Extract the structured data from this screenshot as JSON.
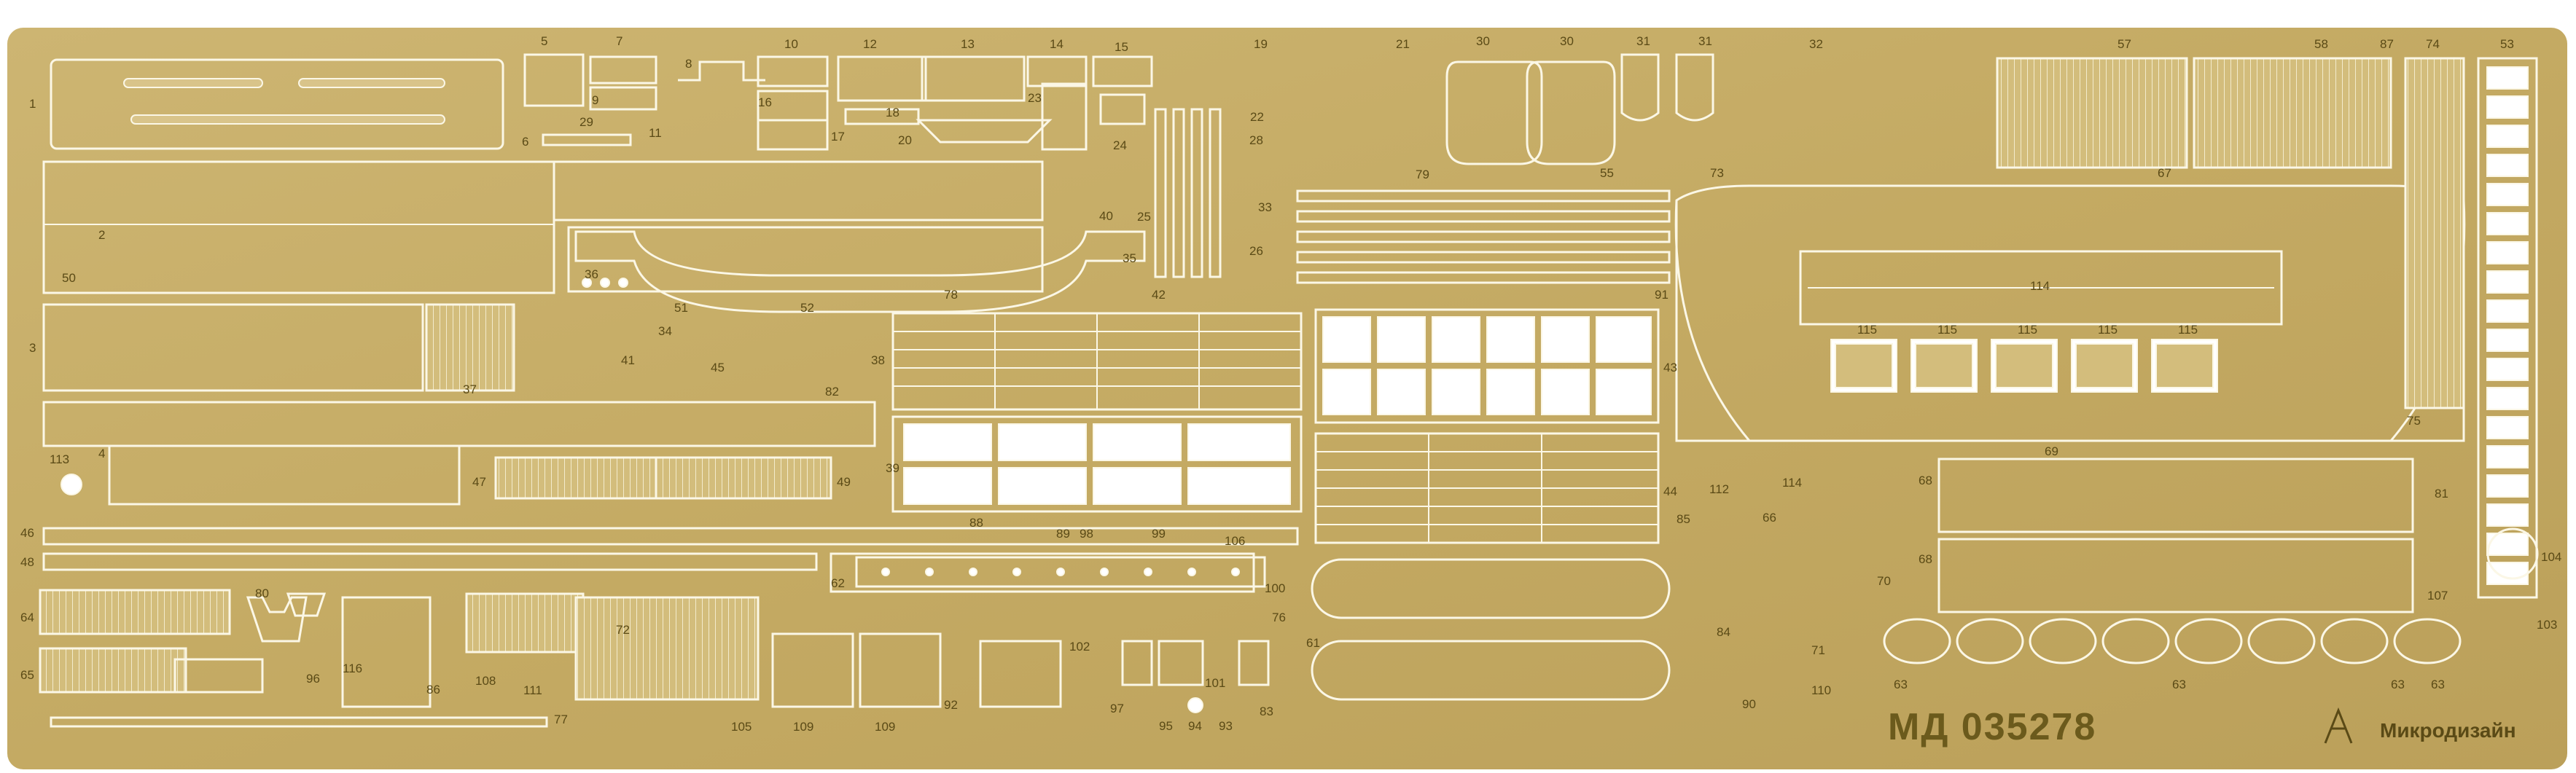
{
  "sheet": {
    "code": "МД 035278",
    "brand": "Микродизайн",
    "colors": {
      "brass": "#c9b06a",
      "brass_light": "#d8c283",
      "brass_dark": "#a48c45",
      "etch_line": "#fbf7e6",
      "number_ink": "#5a4a16"
    }
  },
  "part_numbers": [
    "1",
    "2",
    "3",
    "4",
    "5",
    "6",
    "7",
    "8",
    "9",
    "10",
    "11",
    "12",
    "13",
    "14",
    "15",
    "16",
    "17",
    "18",
    "19",
    "20",
    "21",
    "22",
    "23",
    "24",
    "25",
    "26",
    "28",
    "29",
    "30",
    "30",
    "31",
    "31",
    "32",
    "33",
    "34",
    "35",
    "36",
    "37",
    "38",
    "39",
    "40",
    "41",
    "42",
    "43",
    "44",
    "45",
    "46",
    "47",
    "48",
    "49",
    "50",
    "51",
    "52",
    "53",
    "55",
    "57",
    "58",
    "61",
    "62",
    "63",
    "63",
    "63",
    "63",
    "64",
    "65",
    "66",
    "67",
    "68",
    "68",
    "69",
    "70",
    "71",
    "72",
    "73",
    "74",
    "75",
    "76",
    "77",
    "78",
    "79",
    "80",
    "81",
    "82",
    "83",
    "84",
    "85",
    "86",
    "87",
    "88",
    "89",
    "90",
    "91",
    "92",
    "93",
    "94",
    "95",
    "96",
    "97",
    "98",
    "99",
    "100",
    "101",
    "102",
    "103",
    "104",
    "105",
    "106",
    "107",
    "108",
    "109",
    "109",
    "110",
    "111",
    "112",
    "113",
    "114",
    "114",
    "115",
    "115",
    "115",
    "115",
    "115",
    "116"
  ]
}
